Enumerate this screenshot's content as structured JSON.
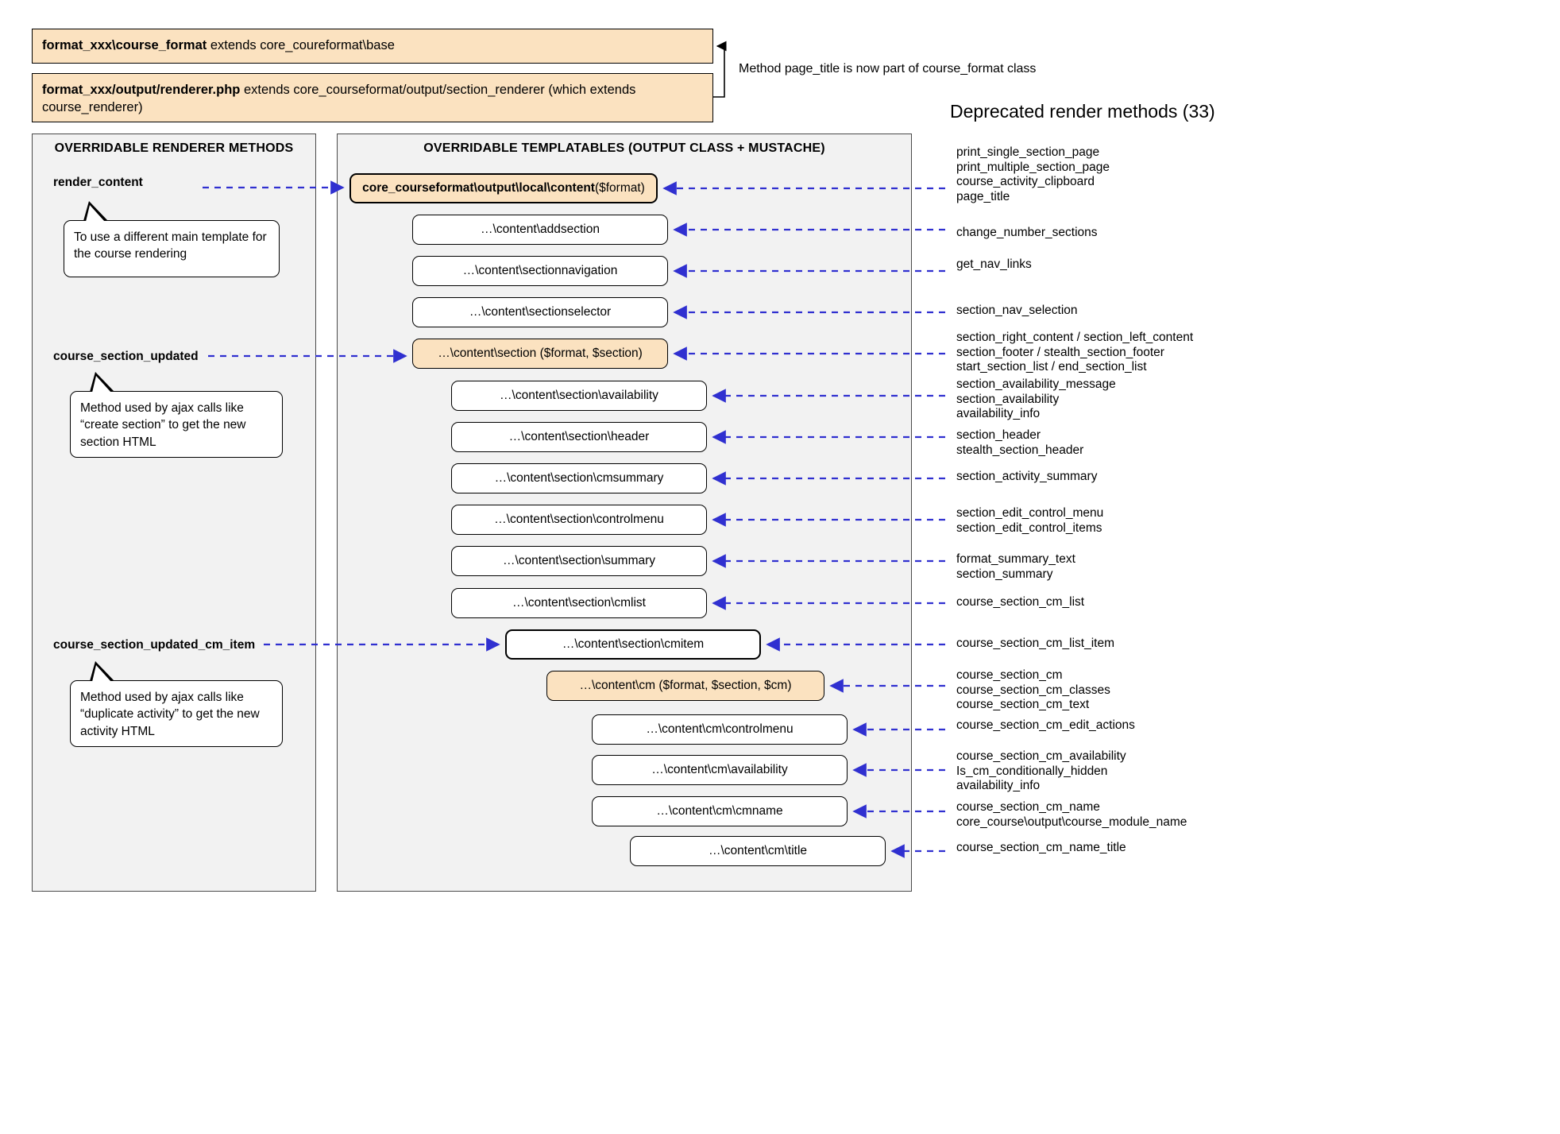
{
  "colors": {
    "highlight": "#fbe2c0",
    "arrow": "#3030d0",
    "panel_bg": "#f2f2f2",
    "panel_border": "#4a4a4a"
  },
  "header": {
    "box1": {
      "bold": "format_xxx\\course_format",
      "rest": " extends core_coureformat\\base"
    },
    "box2": {
      "bold": "format_xxx/output/renderer.php",
      "rest": " extends core_courseformat/output/section_renderer (which extends course_renderer)"
    },
    "bracket_note": "Method page_title is now part of course_format class",
    "deprecated_title": "Deprecated render methods (33)"
  },
  "left_panel": {
    "title": "OVERRIDABLE RENDERER METHODS",
    "methods": [
      {
        "name": "render_content",
        "note": "To use a different main template for the course rendering"
      },
      {
        "name": "course_section_updated",
        "note": "Method used by ajax calls like “create section” to get the new section HTML"
      },
      {
        "name": "course_section_updated_cm_item",
        "note": "Method used by ajax calls like “duplicate activity” to get the new activity HTML"
      }
    ]
  },
  "middle_panel": {
    "title": "OVERRIDABLE TEMPLATABLES (OUTPUT CLASS + MUSTACHE)",
    "boxes": [
      {
        "bold": "core_courseformat\\output\\local\\content",
        "rest": " ($format)"
      },
      {
        "label": "…\\content\\addsection"
      },
      {
        "label": "…\\content\\sectionnavigation"
      },
      {
        "label": "…\\content\\sectionselector"
      },
      {
        "label": "…\\content\\section ($format, $section)"
      },
      {
        "label": "…\\content\\section\\availability"
      },
      {
        "label": "…\\content\\section\\header"
      },
      {
        "label": "…\\content\\section\\cmsummary"
      },
      {
        "label": "…\\content\\section\\controlmenu"
      },
      {
        "label": "…\\content\\section\\summary"
      },
      {
        "label": "…\\content\\section\\cmlist"
      },
      {
        "label": "…\\content\\section\\cmitem"
      },
      {
        "label": "…\\content\\cm ($format, $section, $cm)"
      },
      {
        "label": "…\\content\\cm\\controlmenu"
      },
      {
        "label": "…\\content\\cm\\availability"
      },
      {
        "label": "…\\content\\cm\\cmname"
      },
      {
        "label": "…\\content\\cm\\title"
      }
    ]
  },
  "deprecated": {
    "groups": [
      {
        "lines": [
          "print_single_section_page",
          "print_multiple_section_page",
          "course_activity_clipboard",
          "page_title"
        ]
      },
      {
        "lines": [
          "change_number_sections"
        ]
      },
      {
        "lines": [
          "get_nav_links"
        ]
      },
      {
        "lines": [
          "section_nav_selection"
        ]
      },
      {
        "lines": [
          "section_right_content / section_left_content",
          "section_footer / stealth_section_footer",
          "start_section_list / end_section_list"
        ]
      },
      {
        "lines": [
          "section_availability_message",
          "section_availability",
          "availability_info"
        ]
      },
      {
        "lines": [
          "section_header",
          "stealth_section_header"
        ]
      },
      {
        "lines": [
          "section_activity_summary"
        ]
      },
      {
        "lines": [
          "section_edit_control_menu",
          "section_edit_control_items"
        ]
      },
      {
        "lines": [
          "format_summary_text",
          "section_summary"
        ]
      },
      {
        "lines": [
          "course_section_cm_list"
        ]
      },
      {
        "lines": [
          "course_section_cm_list_item"
        ]
      },
      {
        "lines": [
          "course_section_cm",
          "course_section_cm_classes",
          "course_section_cm_text"
        ]
      },
      {
        "lines": [
          "course_section_cm_edit_actions"
        ]
      },
      {
        "lines": [
          "course_section_cm_availability",
          "Is_cm_conditionally_hidden",
          "availability_info"
        ]
      },
      {
        "lines": [
          "course_section_cm_name",
          "core_course\\output\\course_module_name"
        ]
      },
      {
        "lines": [
          "course_section_cm_name_title"
        ]
      }
    ]
  }
}
